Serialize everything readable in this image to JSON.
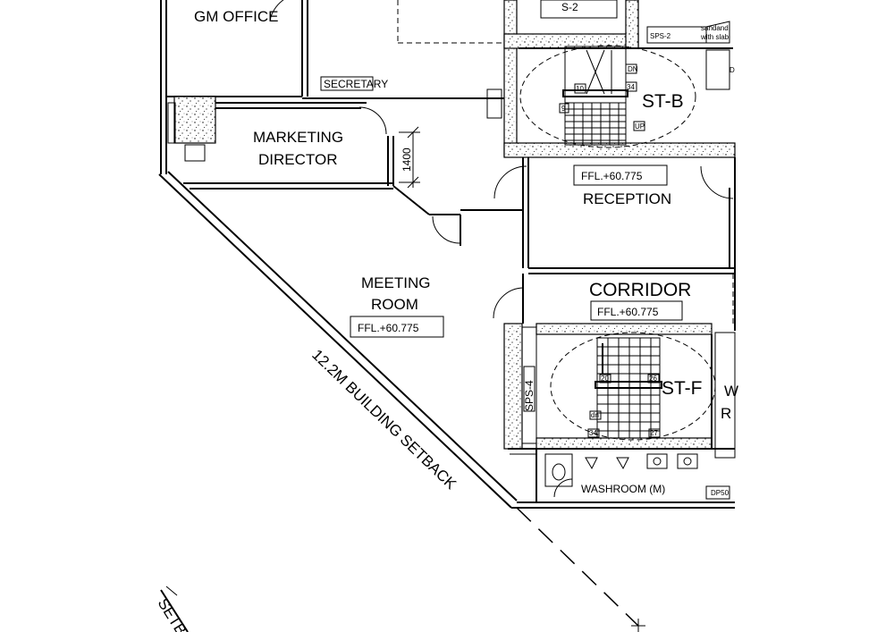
{
  "rooms": {
    "gm_office": "GM OFFICE",
    "secretary": "SECRETARY",
    "marketing_director_line1": "MARKETING",
    "marketing_director_line2": "DIRECTOR",
    "meeting_room_line1": "MEETING",
    "meeting_room_line2": "ROOM",
    "reception": "RECEPTION",
    "corridor": "CORRIDOR",
    "washroom": "WASHROOM (M)"
  },
  "levels": {
    "reception_ffl": "FFL.+60.775",
    "corridor_ffl": "FFL.+60.775",
    "meeting_ffl": "FFL.+60.775"
  },
  "stairs": {
    "st_b": {
      "name": "ST-B",
      "dn": "DN",
      "up": "UP",
      "step_a": "10",
      "step_b": "34",
      "step_c": "9"
    },
    "st_f": {
      "name": "ST-F",
      "dn": "dn",
      "step_a": "20",
      "step_b": "26",
      "step_c": "34",
      "step_d": "27"
    }
  },
  "shafts": {
    "s2": "S-2",
    "sps2": "SPS-2",
    "sps4": "SPS-4",
    "sandwich_1": "sandand",
    "sandwich_2": "with slab"
  },
  "dimensions": {
    "height": "1400"
  },
  "setback": {
    "label": "12.2M BUILDING SETBACK",
    "partial": "SETB"
  },
  "tags": {
    "dp50": "DP50",
    "edge_w": "W",
    "edge_r": "R",
    "edge_d": "D"
  }
}
